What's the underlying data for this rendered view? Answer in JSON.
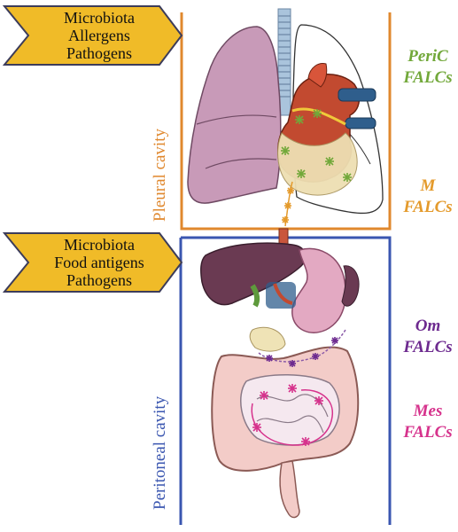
{
  "inputs": {
    "thoracic": [
      "Microbiota",
      "Allergens",
      "Pathogens"
    ],
    "abdominal": [
      "Microbiota",
      "Food antigens",
      "Pathogens"
    ]
  },
  "cavities": {
    "pleural": "Pleural cavity",
    "peritoneal": "Peritoneal cavity"
  },
  "falcs": {
    "peric": {
      "line1": "PeriC",
      "line2": "FALCs",
      "color": "#72a83a"
    },
    "m": {
      "line1": "M",
      "line2": "FALCs",
      "color": "#e49a2b"
    },
    "om": {
      "line1": "Om",
      "line2": "FALCs",
      "color": "#6d2a8f"
    },
    "mes": {
      "line1": "Mes",
      "line2": "FALCs",
      "color": "#d6328c"
    }
  },
  "colors": {
    "chevron_fill": "#f0bb28",
    "chevron_stroke": "#3c3c5a",
    "pleural_border": "#e0882e",
    "peritoneal_border": "#3a56b0"
  }
}
